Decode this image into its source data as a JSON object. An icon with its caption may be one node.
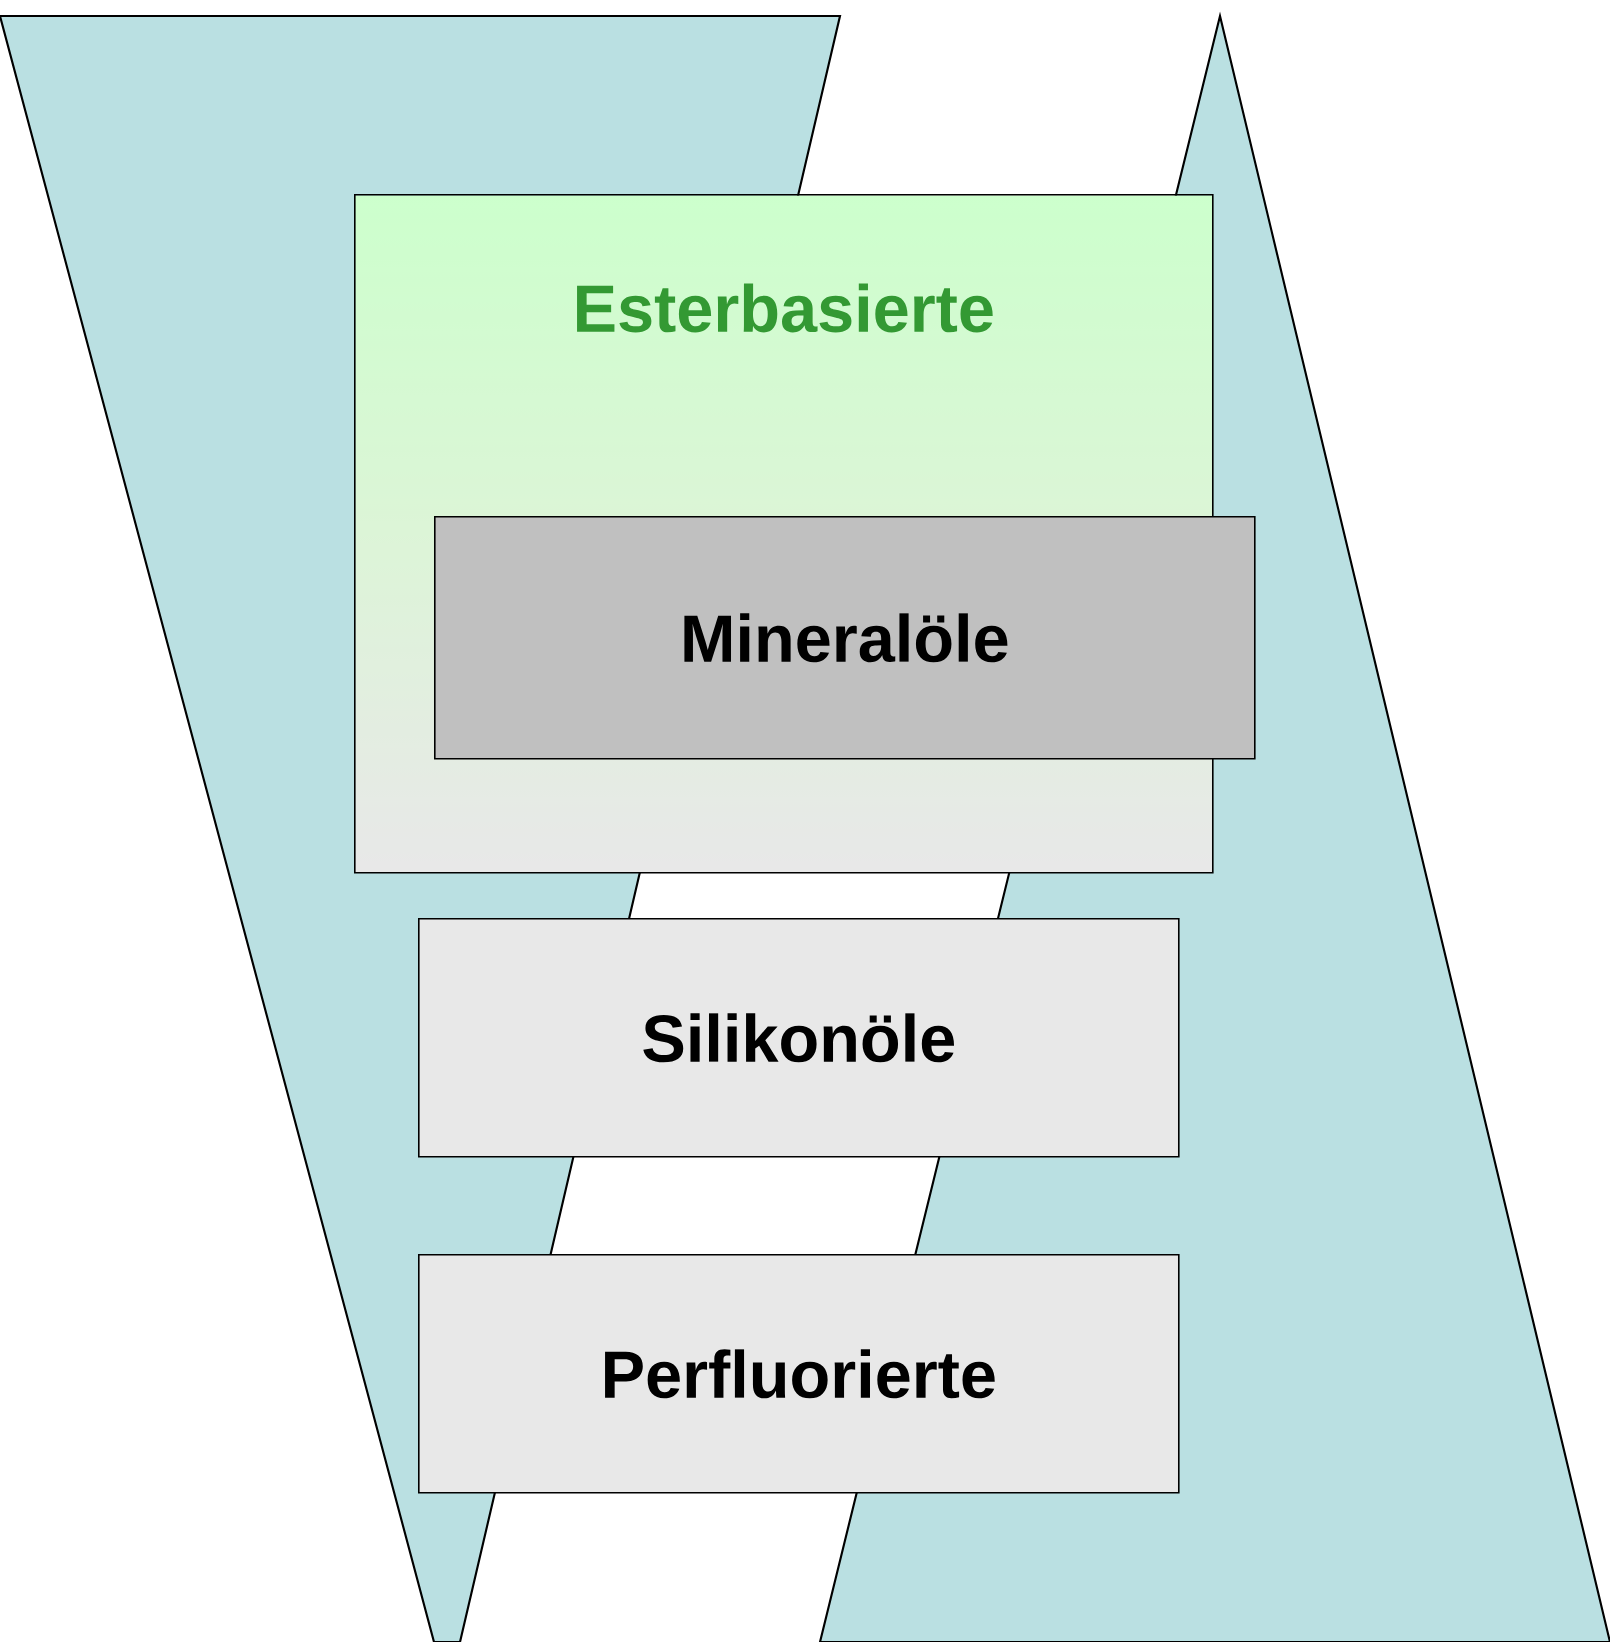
{
  "diagram": {
    "nodes": [
      {
        "text": [
          "Esterbasierte"
        ]
      },
      {
        "text": [
          "Mineralöle"
        ],
        "in": 0
      },
      {
        "text": [
          "Silikonöle"
        ]
      },
      {
        "text": [
          "Perfluorierte"
        ]
      }
    ]
  }
}
